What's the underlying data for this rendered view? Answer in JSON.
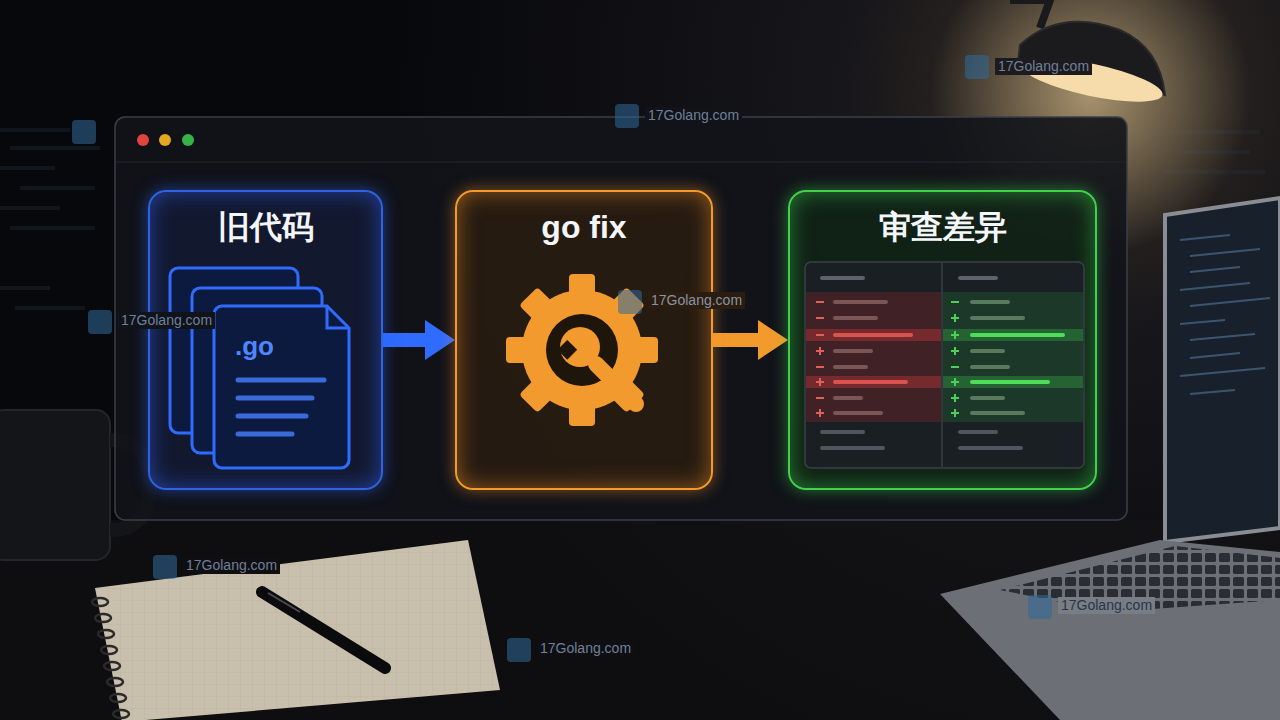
{
  "diagram": {
    "nodes": [
      {
        "text": [
          "旧代码"
        ]
      },
      {
        "text": [
          "go fix"
        ]
      },
      {
        "text": [
          "审查差异"
        ]
      }
    ],
    "edges": [
      {
        "from": 0,
        "to": 1,
        "arrow": "to"
      },
      {
        "from": 1,
        "to": 2,
        "arrow": "to"
      }
    ],
    "labels": [
      ".go",
      "17Golang.com",
      "17Golang.com",
      "17Golang.com",
      "17Golang.com",
      "17Golang.com",
      "17Golang.com",
      "17Golang.com"
    ]
  }
}
